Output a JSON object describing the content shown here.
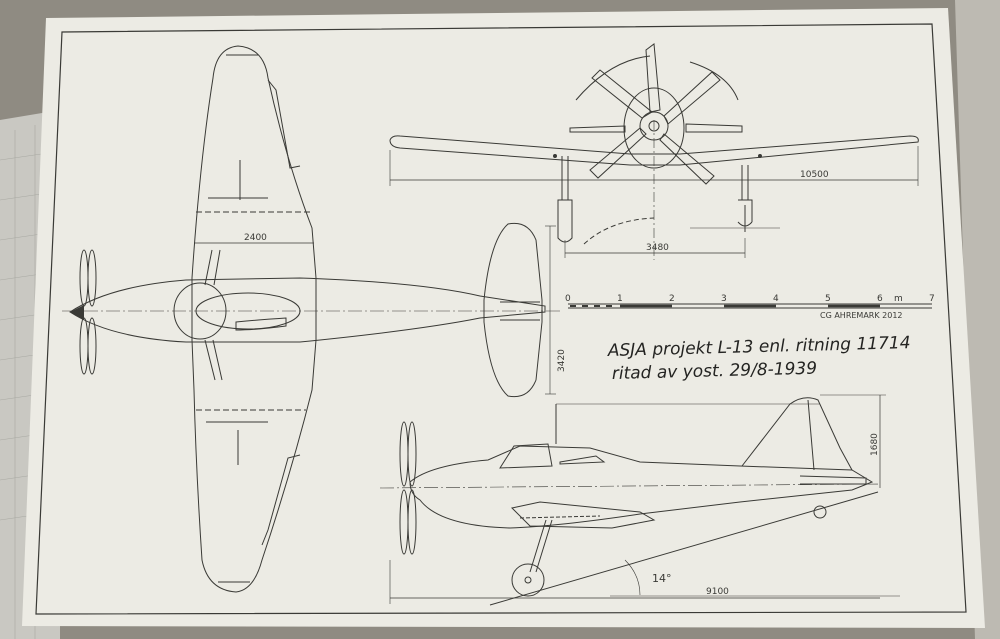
{
  "drawing": {
    "title_line1": "ASJA projekt L-13 enl. ritning 11714",
    "title_line2": "ritad av yost. 29/8-1939",
    "signature": "CG AHREMARK 2012",
    "scale": {
      "ticks": [
        "0",
        "1",
        "2",
        "3",
        "4",
        "5",
        "6",
        "7"
      ],
      "unit": "m"
    },
    "dimensions": {
      "wingspan": "10500",
      "gear_track": "3480",
      "wing_chord": "2400",
      "tailplane_span": "3420",
      "height": "1680",
      "length": "9100",
      "ground_angle": "14°"
    }
  },
  "colors": {
    "paper": "#ecebe4",
    "ink": "#3a3a36",
    "background": "#8f8b82"
  }
}
